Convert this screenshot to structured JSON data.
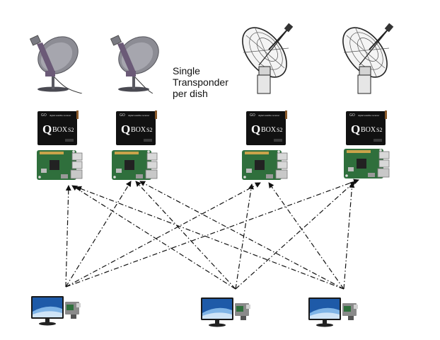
{
  "note": {
    "line1": "Single",
    "line2": "Transponder",
    "line3": "per dish"
  },
  "receiver": {
    "brand_q": "Q",
    "brand_box": "BOX",
    "brand_model": "S2",
    "logo": "GO",
    "tagline": "digital satellite receiver"
  },
  "icons": {
    "small_dish": "satellite-dish-icon",
    "large_dish": "parabolic-antenna-icon",
    "receiver": "qbox-receiver-icon",
    "board": "raspberry-pi-board-icon",
    "tv": "flat-screen-tv-icon",
    "client": "client-board-icon"
  },
  "colors": {
    "dish_gray": "#8c8c94",
    "dish_arm": "#6b5a77",
    "receiver_black": "#111111",
    "board_green": "#2f6f3c",
    "tv_blue": "#1e5aa8",
    "wire": "#111111"
  }
}
